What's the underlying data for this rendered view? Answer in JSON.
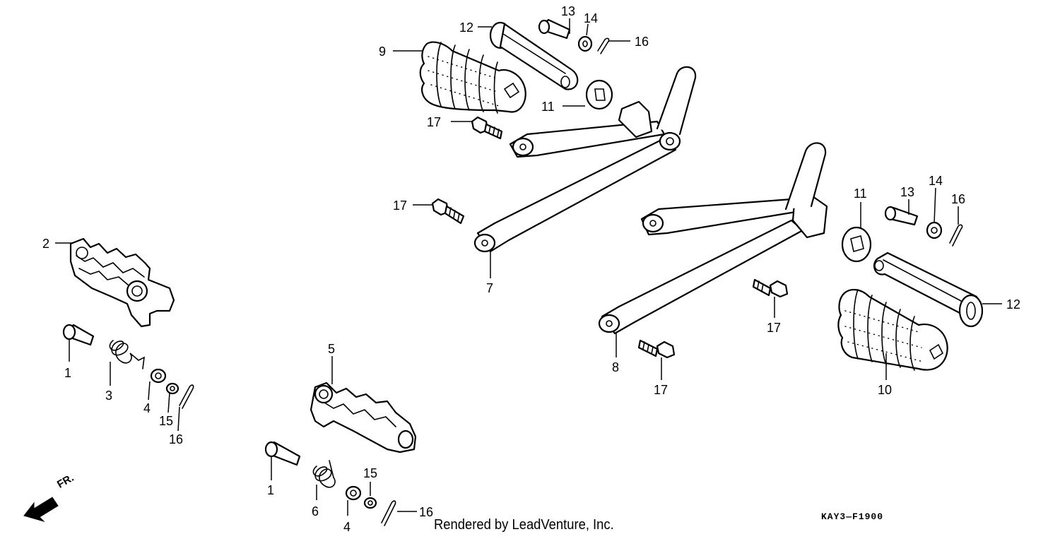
{
  "diagram": {
    "callouts": {
      "c1a": "1",
      "c1b": "1",
      "c2": "2",
      "c3": "3",
      "c4a": "4",
      "c4b": "4",
      "c5": "5",
      "c6": "6",
      "c7": "7",
      "c8": "8",
      "c9": "9",
      "c10": "10",
      "c11a": "11",
      "c11b": "11",
      "c12a": "12",
      "c12b": "12",
      "c13a": "13",
      "c13b": "13",
      "c14a": "14",
      "c14b": "14",
      "c15a": "15",
      "c15b": "15",
      "c16a": "16",
      "c16b": "16",
      "c16c": "16",
      "c16d": "16",
      "c17a": "17",
      "c17b": "17",
      "c17c": "17",
      "c17d": "17"
    },
    "direction_label": "FR.",
    "footer": "Rendered by LeadVenture, Inc.",
    "diagram_code": "KAY3—F1900"
  }
}
